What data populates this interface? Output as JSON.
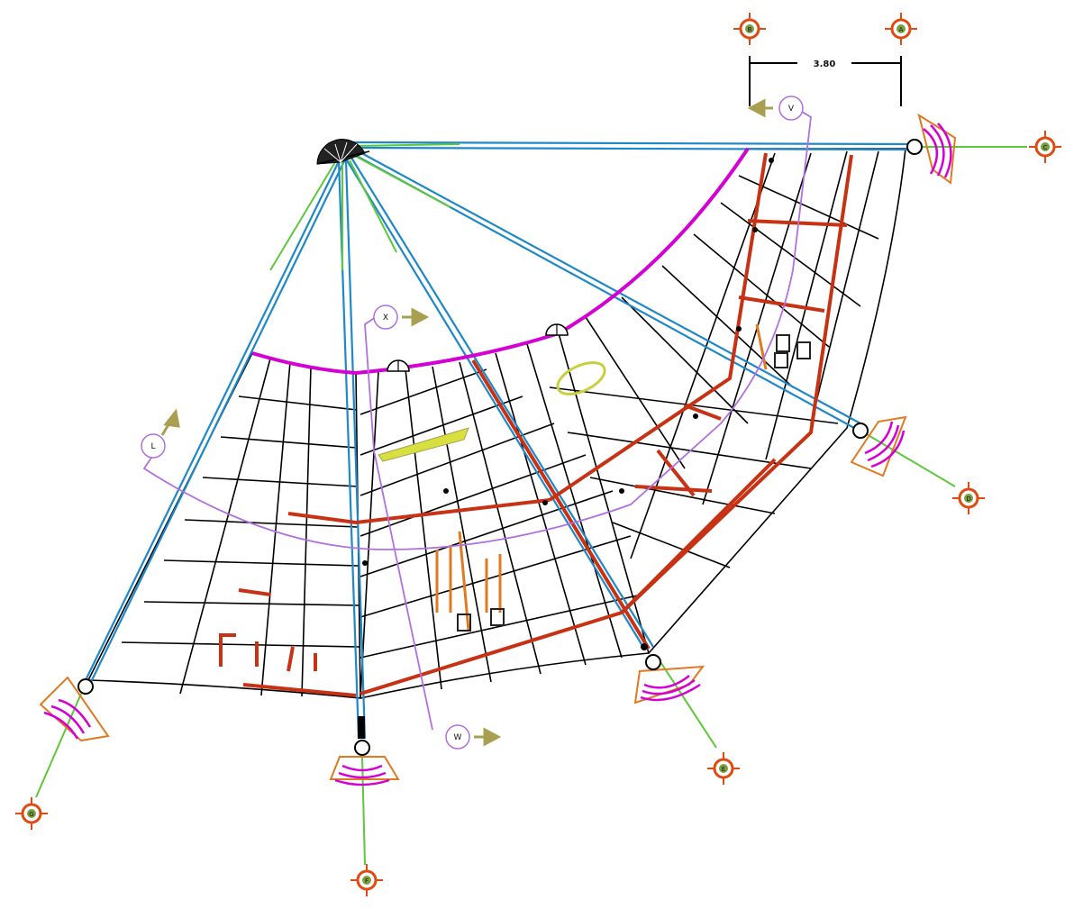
{
  "drawing": {
    "dimension_label": "3.80",
    "grid_markers": [
      {
        "id": "top-left",
        "label": "B"
      },
      {
        "id": "top-right",
        "label": "A"
      },
      {
        "id": "right-upper",
        "label": "C"
      },
      {
        "id": "right-middle",
        "label": "D"
      },
      {
        "id": "bottom-right",
        "label": "E"
      },
      {
        "id": "bottom-center",
        "label": "F"
      },
      {
        "id": "bottom-left",
        "label": "G"
      }
    ],
    "section_markers": [
      {
        "id": "sec-top",
        "label": "V"
      },
      {
        "id": "sec-center",
        "label": "X"
      },
      {
        "id": "sec-left",
        "label": "L"
      },
      {
        "id": "sec-bottom",
        "label": "W"
      }
    ]
  },
  "colors": {
    "grid": "#000000",
    "cable_blue": "#1e88c8",
    "cable_green": "#5cc83a",
    "edge_magenta": "#d400d4",
    "beam_red": "#c83214",
    "marker_orange": "#e04a10",
    "section_violet": "#b070e0",
    "arrow_olive": "#a8a050",
    "highlight_yellow": "#d8e040"
  }
}
